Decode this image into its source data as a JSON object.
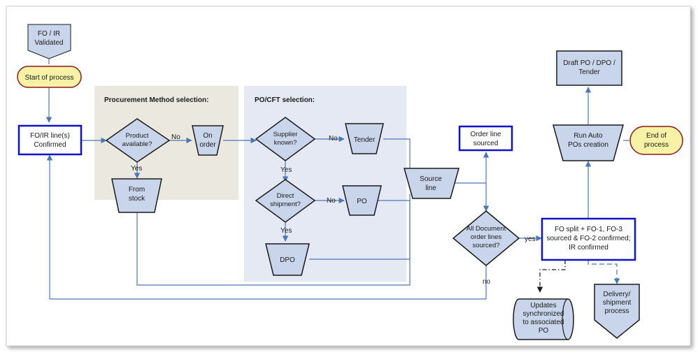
{
  "colors": {
    "connector": "#4a78b5",
    "node_fill": "#c9d5ea",
    "node_stroke": "#1a1a1a",
    "box_stroke": "#1111cc",
    "terminator_fill": "#f7f2a6",
    "terminator_stroke": "#8b1a1a",
    "panel_procurement": "#ebe9df",
    "panel_po": "#e5e9f4"
  },
  "panels": {
    "procurement_title": "Procurement Method selection:",
    "po_cft_title": "PO/CFT selection:"
  },
  "nodes": {
    "fo_ir_validated": [
      "FO / IR",
      "Validated"
    ],
    "start_of_process": "Start of process",
    "fo_ir_confirmed": [
      "FO/IR line(s)",
      "Confirmed"
    ],
    "product_available": [
      "Product",
      "available?"
    ],
    "on_order": [
      "On",
      "order"
    ],
    "from_stock": [
      "From",
      "stock"
    ],
    "supplier_known": [
      "Supplier",
      "known?"
    ],
    "tender": "Tender",
    "direct_shipment": [
      "Direct",
      "shipment?"
    ],
    "po": "PO",
    "dpo": "DPO",
    "source_line": [
      "Source",
      "line"
    ],
    "order_line_sourced": [
      "Order line",
      "sourced"
    ],
    "all_document_lines": [
      "All Document",
      "order lines",
      "sourced?"
    ],
    "fo_split": [
      "FO split + FO-1, FO-3",
      "sourced & FO-2 confirmed;",
      "IR confirmed"
    ],
    "run_auto_pos": [
      "Run Auto",
      "POs creation"
    ],
    "draft_po": [
      "Draft PO / DPO /",
      "Tender"
    ],
    "end_of_process": [
      "End of",
      "process"
    ],
    "updates_synchronized": [
      "Updates",
      "synchronized",
      "to associated",
      "PO"
    ],
    "delivery_shipment": [
      "Delivery/",
      "shipment",
      "process"
    ]
  },
  "edge_labels": {
    "product_no": "No",
    "product_yes": "Yes",
    "supplier_no": "No",
    "supplier_yes": "Yes",
    "direct_no": "No",
    "direct_yes": "Yes",
    "all_yes": "yes",
    "all_no": "no"
  }
}
